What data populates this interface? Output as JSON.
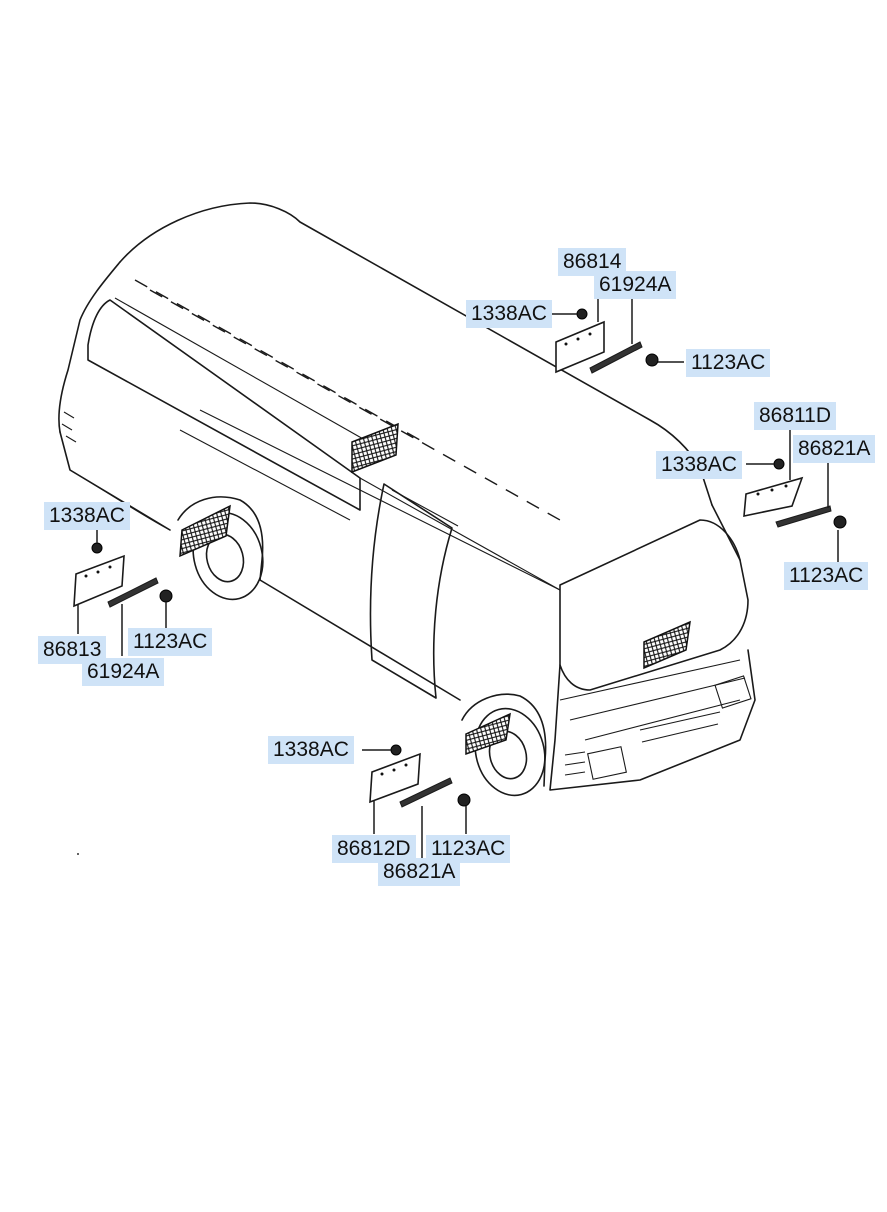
{
  "labels": {
    "rr_mud_guard": "86814",
    "rr_bracket": "61924A",
    "rr_nut": "1338AC",
    "rr_bolt": "1123AC",
    "rf_mud_guard": "86811D",
    "rf_nut": "1338AC",
    "rf_bracket": "86821A",
    "rf_bolt": "1123AC",
    "lr_nut": "1338AC",
    "lr_mud_guard": "86813",
    "lr_bolt": "1123AC",
    "lr_bracket": "61924A",
    "lf_nut": "1338AC",
    "lf_mud_guard": "86812D",
    "lf_bolt": "1123AC",
    "lf_bracket": "86821A"
  },
  "colors": {
    "label_bg": "#cfe3f7",
    "line": "#1a1a1a"
  }
}
